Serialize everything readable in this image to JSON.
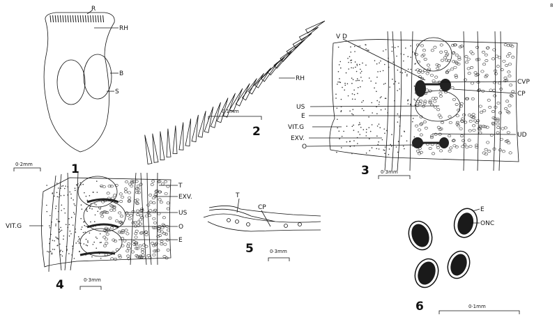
{
  "page_number": "8",
  "figures": {
    "fig1": {
      "number": "1",
      "scale": "0·2mm",
      "labels": {
        "r": "R",
        "rh": "RH",
        "b": "B",
        "s": "S"
      }
    },
    "fig2": {
      "number": "2",
      "scale": "0·1mm",
      "labels": {
        "rh": "RH"
      }
    },
    "fig3": {
      "number": "3",
      "scale": "0·3mm",
      "labels": {
        "vd": "V D",
        "cvp": "CVP",
        "cp": "CP",
        "us": "US",
        "e": "E",
        "vitg": "VIT.G",
        "exv": "EXV.",
        "o": "O",
        "ud": "UD"
      }
    },
    "fig4": {
      "number": "4",
      "scale": "0·3mm",
      "labels": {
        "t": "T",
        "exv": "EXV.",
        "us": "US",
        "o": "O",
        "e": "E",
        "vitg": "VIT.G"
      }
    },
    "fig5": {
      "number": "5",
      "scale": "0·3mm",
      "labels": {
        "t": "T",
        "cp": "CP"
      }
    },
    "fig6": {
      "number": "6",
      "scale": "0·1mm",
      "labels": {
        "e": "E",
        "onc": "ONC"
      }
    }
  }
}
